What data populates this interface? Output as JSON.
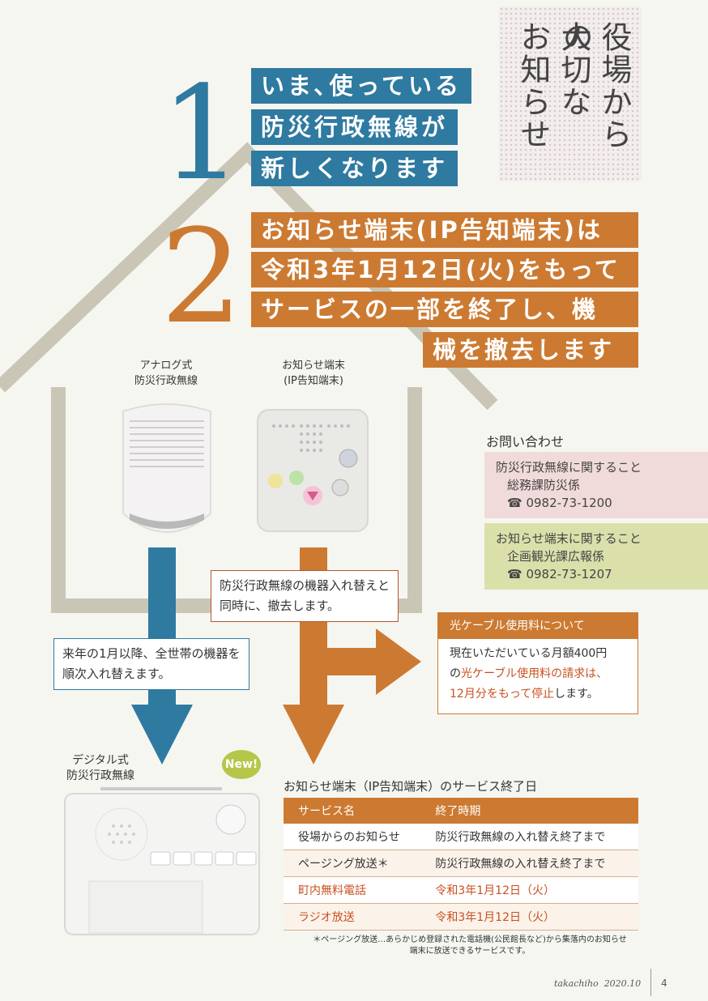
{
  "corner": {
    "col1": "役場からの",
    "col2": "大切な",
    "col3": "お知らせ"
  },
  "section1": {
    "number": "1",
    "lines": [
      "いま､使っている",
      "防災行政無線が",
      "新しくなります"
    ]
  },
  "section2": {
    "number": "2",
    "lines": [
      "お知らせ端末(IP告知端末)は",
      "令和3年1月12日(火)をもって",
      "サービスの一部を終了し、機",
      "械を撤去します"
    ]
  },
  "devices": {
    "analog": [
      "アナログ式",
      "防災行政無線"
    ],
    "ip": [
      "お知らせ端末",
      "(IP告知端末)"
    ],
    "digital": [
      "デジタル式",
      "防災行政無線"
    ],
    "new_badge": "New!"
  },
  "notes": {
    "replace_same_time": [
      "防災行政無線の機器入れ替えと",
      "同時に、撤去します。"
    ],
    "replace_next_year": [
      "来年の1月以降、全世帯の機器を",
      "順次入れ替えます。"
    ]
  },
  "contact": {
    "heading": "お問い合わせ",
    "items": [
      {
        "about": "防災行政無線に関すること",
        "dept": "総務課防災係",
        "tel": "☎ 0982-73-1200",
        "color": "#f1dada"
      },
      {
        "about": "お知らせ端末に関すること",
        "dept": "企画観光課広報係",
        "tel": "☎ 0982-73-1207",
        "color": "#dbe0ab"
      }
    ]
  },
  "fiber": {
    "title": "光ケーブル使用料について",
    "line1": "現在いただいている月額400円",
    "line2a": "の",
    "line2b": "光ケーブル使用料の請求は、",
    "line3a": "12月分をもって",
    "line3b": "停止",
    "line3c": "します。"
  },
  "service_table": {
    "title": "お知らせ端末（IP告知端末）のサービス終了日",
    "headers": [
      "サービス名",
      "終了時期"
    ],
    "rows": [
      [
        "役場からのお知らせ",
        "防災行政無線の入れ替え終了まで"
      ],
      [
        "ページング放送＊",
        "防災行政無線の入れ替え終了まで"
      ],
      [
        "町内無料電話",
        "令和3年1月12日（火）"
      ],
      [
        "ラジオ放送",
        "令和3年1月12日（火）"
      ]
    ],
    "footnote": [
      "＊ページング放送…あらかじめ登録された電話機(公民館長など)から集落内のお知らせ",
      "端末に放送できるサービスです。"
    ]
  },
  "footer": {
    "brand": "takachiho",
    "date": "2020.10",
    "page": "4"
  },
  "colors": {
    "blue": "#2f7aa0",
    "orange": "#cc7a32",
    "house": "#c9c6b6"
  }
}
